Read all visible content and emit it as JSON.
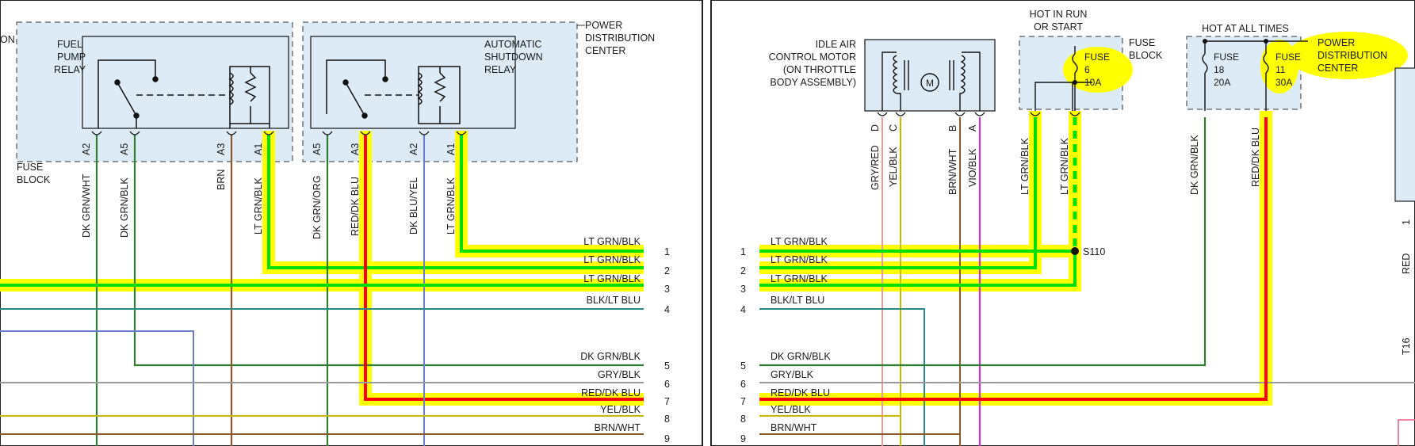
{
  "left": {
    "edge_text": "ON",
    "fuel_pump_relay": [
      "FUEL",
      "PUMP",
      "RELAY"
    ],
    "asd_relay": [
      "AUTOMATIC",
      "SHUTDOWN",
      "RELAY"
    ],
    "pdc": [
      "POWER",
      "DISTRIBUTION",
      "CENTER"
    ],
    "fuse_block": [
      "FUSE",
      "BLOCK"
    ],
    "pins": [
      "A2",
      "A5",
      "A3",
      "A1",
      "A5",
      "A3",
      "A2",
      "A1"
    ],
    "wires": [
      "DK GRN/WHT",
      "DK GRN/BLK",
      "BRN",
      "LT GRN/BLK",
      "DK GRN/ORG",
      "RED/DK BLU",
      "DK BLU/YEL",
      "LT GRN/BLK"
    ],
    "bus_labels": [
      "LT GRN/BLK",
      "LT GRN/BLK",
      "LT GRN/BLK",
      "BLK/LT BLU",
      "DK GRN/BLK",
      "GRY/BLK",
      "RED/DK BLU",
      "YEL/BLK",
      "BRN/WHT"
    ],
    "bus_numbers": [
      "1",
      "2",
      "3",
      "4",
      "5",
      "6",
      "7",
      "8",
      "9"
    ]
  },
  "right": {
    "iac": [
      "IDLE AIR",
      "CONTROL MOTOR",
      "(ON THROTTLE",
      "BODY ASSEMBLY)"
    ],
    "motor_symbol": "M",
    "hot_run": [
      "HOT IN RUN",
      "OR START"
    ],
    "fuse_block": [
      "FUSE",
      "BLOCK"
    ],
    "hot_all": "HOT AT ALL TIMES",
    "fuse6": [
      "FUSE",
      "6",
      "10A"
    ],
    "fuse18": [
      "FUSE",
      "18",
      "20A"
    ],
    "fuse11": [
      "FUSE",
      "11",
      "30A"
    ],
    "pdc": [
      "POWER",
      "DISTRIBUTION",
      "CENTER"
    ],
    "pins": [
      "D",
      "C",
      "B",
      "A"
    ],
    "wires": [
      "GRY/RED",
      "YEL/BLK",
      "BRN/WHT",
      "VIO/BLK",
      "LT GRN/BLK",
      "LT GRN/BLK",
      "DK GRN/BLK",
      "RED/DK BLU"
    ],
    "splice": "S110",
    "bus_labels": [
      "LT GRN/BLK",
      "LT GRN/BLK",
      "LT GRN/BLK",
      "BLK/LT BLU",
      "DK GRN/BLK",
      "GRY/BLK",
      "RED/DK BLU",
      "YEL/BLK",
      "BRN/WHT"
    ],
    "bus_numbers": [
      "1",
      "2",
      "3",
      "4",
      "5",
      "6",
      "7",
      "8",
      "9"
    ],
    "edge_text": [
      "1",
      "RED",
      "T16"
    ]
  },
  "colors": {
    "highlight_yellow": "#ffff00",
    "highlight_green": "#00e000",
    "highlight_red": "#ff0000",
    "component_fill": "#dcebf6",
    "wire_dk_green": "#2e7d32",
    "wire_brown": "#8b5a2b",
    "wire_gray": "#9a9a9a",
    "wire_teal": "#2a8a8a",
    "wire_violet": "#cc33cc",
    "wire_blue": "#6a7fd0"
  }
}
